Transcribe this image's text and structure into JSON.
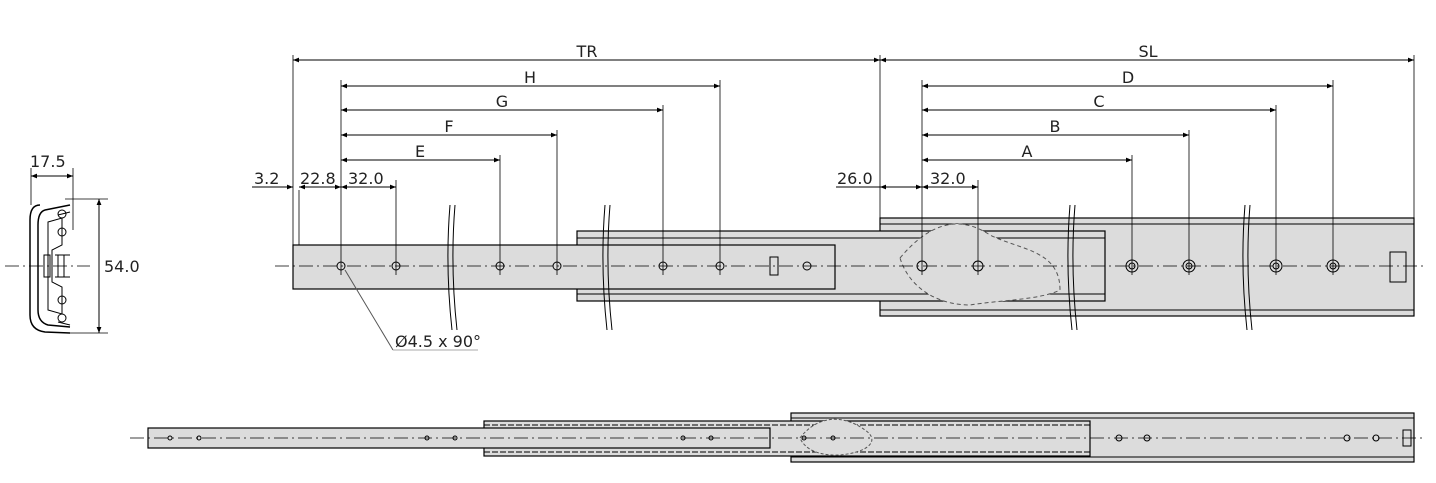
{
  "profile": {
    "width_label": "17.5",
    "height_label": "54.0"
  },
  "dimensions": {
    "travel": "TR",
    "slide_length": "SL",
    "inner": [
      "E",
      "F",
      "G",
      "H"
    ],
    "outer": [
      "A",
      "B",
      "C",
      "D"
    ],
    "inner_offsets": [
      "3.2",
      "22.8",
      "32.0"
    ],
    "outer_offsets": [
      "26.0",
      "32.0"
    ]
  },
  "hole_callout": "Ø4.5 x 90°",
  "colors": {
    "rail_fill": "#dcdcdc",
    "line": "#000000"
  }
}
